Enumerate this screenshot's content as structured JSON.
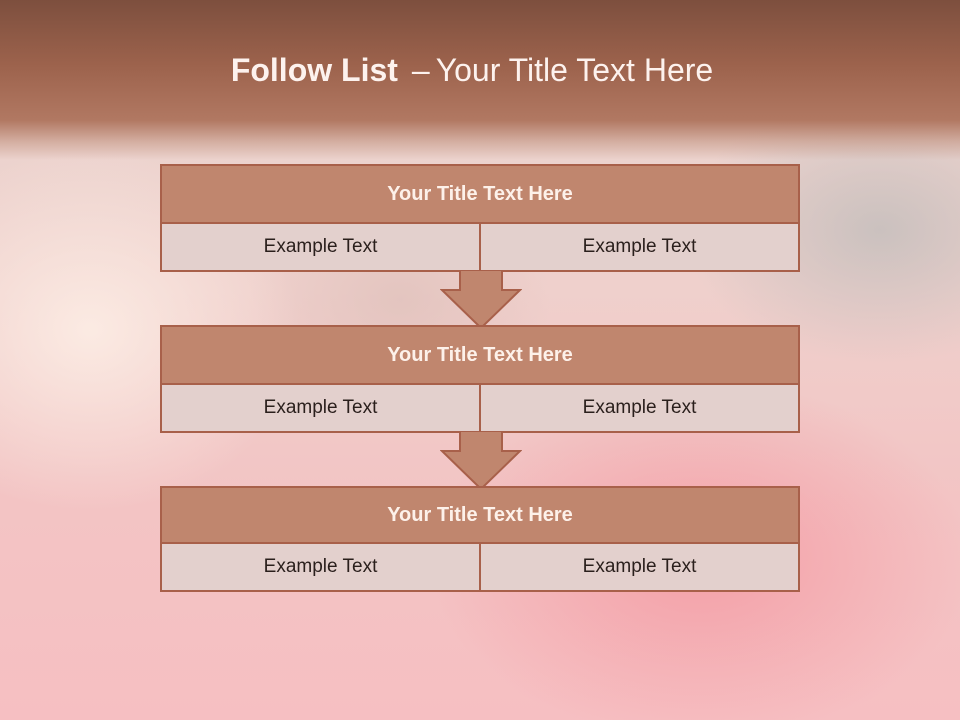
{
  "slide": {
    "title_bold": "Follow List",
    "title_separator": "–",
    "title_rest": "Your Title Text Here"
  },
  "blocks": [
    {
      "title": "Your Title Text Here",
      "left": "Example Text",
      "right": "Example Text"
    },
    {
      "title": "Your Title Text Here",
      "left": "Example Text",
      "right": "Example Text"
    },
    {
      "title": "Your Title Text Here",
      "left": "Example Text",
      "right": "Example Text"
    }
  ],
  "colors": {
    "header": "#9c624c",
    "block_title": "#c0866e",
    "block_border": "#a8604a",
    "cell": "#e3d0cd"
  }
}
